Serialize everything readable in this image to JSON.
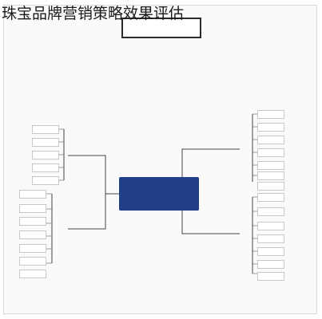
{
  "page_title": "珠宝品牌营销策略效果评估",
  "poster": {
    "logo_text": "",
    "logo_subtitle": "",
    "banner_title": "",
    "center_node": {
      "line1": "",
      "line2": ""
    },
    "branches": [
      {
        "name": "top-left",
        "label": "",
        "leaves": [
          "",
          "",
          "",
          "",
          ""
        ]
      },
      {
        "name": "bottom-left",
        "label": "",
        "leaves": [
          "",
          "",
          "",
          "",
          "",
          "",
          ""
        ]
      },
      {
        "name": "top-right",
        "label": "",
        "leaves": [
          "",
          "",
          "",
          "",
          "",
          "",
          ""
        ]
      },
      {
        "name": "bottom-right",
        "label": "",
        "leaves": [
          "",
          "",
          "",
          "",
          "",
          "",
          ""
        ]
      }
    ]
  },
  "colors": {
    "center_node": "#213f87",
    "lines": "#444444",
    "leaf_border": "#c8c8c8",
    "banner_text": "#2d2d2d"
  }
}
